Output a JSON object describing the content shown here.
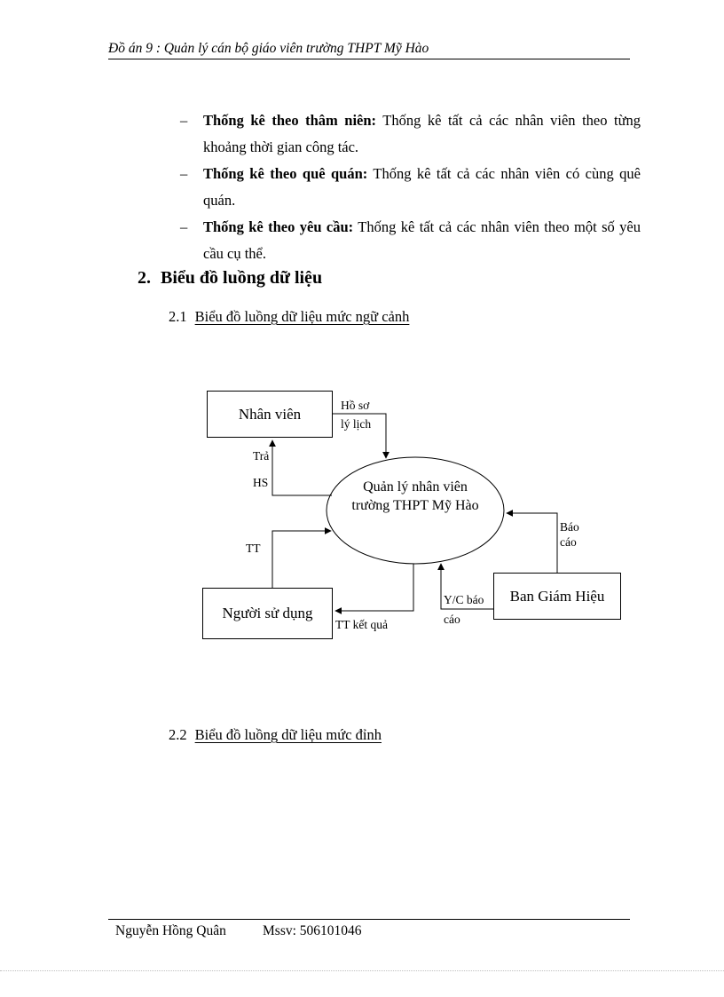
{
  "header": {
    "title": "Đồ án 9 : Quản lý cán bộ giáo viên trường THPT Mỹ Hào"
  },
  "content": {
    "bullets": [
      {
        "marker": "–",
        "label": "Thống kê theo thâm niên:",
        "text": "Thống kê tất cả các nhân viên theo từng khoảng thời gian công tác."
      },
      {
        "marker": "–",
        "label": "Thống kê theo quê quán:",
        "text": "Thống kê tất cả các nhân viên có cùng quê quán."
      },
      {
        "marker": "–",
        "label": "Thống kê theo yêu cầu:",
        "text": "Thống kê tất cả các nhân viên theo một số yêu cầu cụ thể."
      }
    ],
    "section": {
      "number": "2.",
      "title": "Biểu đồ luồng dữ liệu"
    },
    "sub1": {
      "number": "2.1",
      "title": "Biểu đồ luồng dữ liệu mức ngữ cảnh"
    },
    "sub2": {
      "number": "2.2",
      "title": "Biểu đồ luồng dữ liệu mức đỉnh"
    }
  },
  "diagram": {
    "process": {
      "label": "Quản lý nhân viên trường THPT Mỹ Hào"
    },
    "entities": {
      "nhanvien": "Nhân viên",
      "nguoisudung": "Người sử dụng",
      "bangiamhieu": "Ban Giám Hiệu"
    },
    "flows": {
      "hoso_1": "Hồ sơ",
      "hoso_2": "lý lịch",
      "tra": "Trả",
      "hs": "HS",
      "tt": "TT",
      "tt_ketqua": "TT kết quả",
      "yc_1": "Y/C báo",
      "yc_2": "cáo",
      "baocao_1": "Báo",
      "baocao_2": "cáo"
    }
  },
  "footer": {
    "author": "Nguyễn Hồng Quân",
    "mssv": "Mssv: 506101046"
  },
  "colors": {
    "ink": "#000000",
    "paper": "#ffffff"
  }
}
